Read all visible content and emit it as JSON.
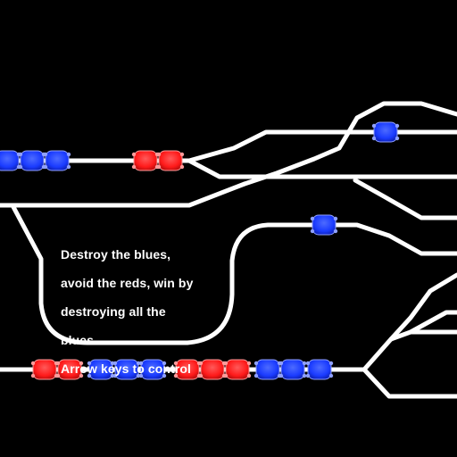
{
  "game": {
    "title": "",
    "colors": {
      "background": "#000000",
      "track": "#ffffff",
      "blue_car": "#1a3bff",
      "red_car": "#ff1a1a"
    },
    "instructions": {
      "line1": "Destroy the blues,",
      "line2": "avoid the reds, win by",
      "line3": "destroying all the",
      "line4": "blues.",
      "line5": "Arrow keys to control"
    },
    "trains": [
      {
        "track": "upper-left",
        "cars": [
          "blue",
          "blue",
          "blue",
          "red",
          "red"
        ]
      },
      {
        "track": "upper-right-branch",
        "cars": [
          "blue"
        ]
      },
      {
        "track": "middle-branch",
        "cars": [
          "blue"
        ]
      },
      {
        "track": "bottom",
        "cars": [
          "red",
          "red",
          "blue",
          "blue",
          "blue",
          "red",
          "red",
          "red",
          "blue",
          "blue",
          "blue"
        ]
      }
    ]
  }
}
